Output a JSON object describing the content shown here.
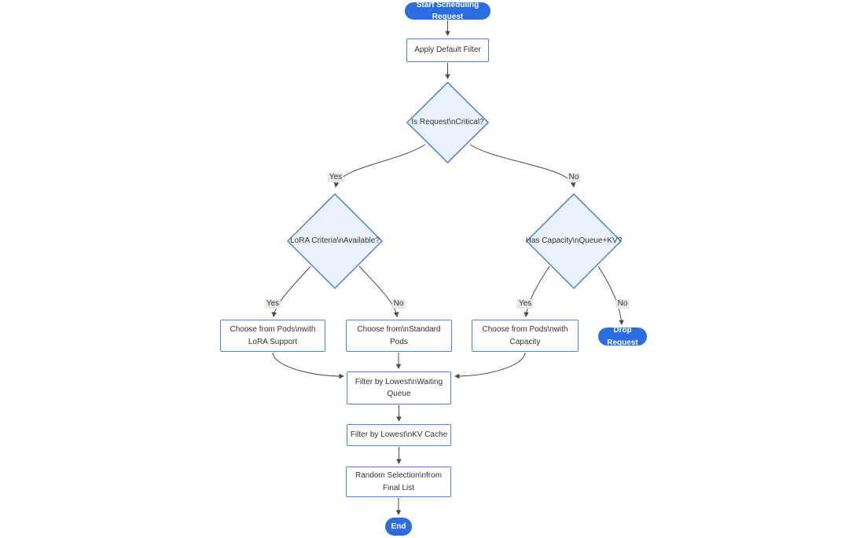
{
  "diagram": {
    "type": "flowchart",
    "direction": "top-down",
    "colors": {
      "background": "#ffffff",
      "terminal_fill": "#2b6de0",
      "terminal_text": "#ffffff",
      "process_fill": "#ffffff",
      "decision_fill": "#eaf2fd",
      "node_border": "#4f7fe6",
      "edge_stroke": "#4b4b4b",
      "edge_label_bg": "#e8e8e8",
      "text": "#333333"
    },
    "nodes": {
      "start": {
        "label": "Start Scheduling Request",
        "shape": "stadium"
      },
      "apply_filter": {
        "label": "Apply Default Filter",
        "shape": "rect"
      },
      "is_critical": {
        "label": "Is Request\\nCritical?",
        "shape": "diamond"
      },
      "lora_available": {
        "label": "LoRA Criteria\\nAvailable?",
        "shape": "diamond"
      },
      "has_capacity": {
        "label": "Has Capacity\\nQueue+KV?",
        "shape": "diamond"
      },
      "choose_lora": {
        "label": "Choose from Pods\\nwith LoRA Support",
        "shape": "rect"
      },
      "choose_standard": {
        "label": "Choose from\\nStandard Pods",
        "shape": "rect"
      },
      "choose_capacity": {
        "label": "Choose from Pods\\nwith Capacity",
        "shape": "rect"
      },
      "drop_request": {
        "label": "Drop Request",
        "shape": "stadium"
      },
      "filter_queue": {
        "label": "Filter by Lowest\\nWaiting Queue",
        "shape": "rect"
      },
      "filter_kv": {
        "label": "Filter by Lowest\\nKV Cache",
        "shape": "rect"
      },
      "random_selection": {
        "label": "Random Selection\\nfrom Final List",
        "shape": "rect"
      },
      "end": {
        "label": "End",
        "shape": "stadium"
      }
    },
    "edges": [
      {
        "from": "start",
        "to": "apply_filter",
        "label": ""
      },
      {
        "from": "apply_filter",
        "to": "is_critical",
        "label": ""
      },
      {
        "from": "is_critical",
        "to": "lora_available",
        "label": "Yes"
      },
      {
        "from": "is_critical",
        "to": "has_capacity",
        "label": "No"
      },
      {
        "from": "lora_available",
        "to": "choose_lora",
        "label": "Yes"
      },
      {
        "from": "lora_available",
        "to": "choose_standard",
        "label": "No"
      },
      {
        "from": "has_capacity",
        "to": "choose_capacity",
        "label": "Yes"
      },
      {
        "from": "has_capacity",
        "to": "drop_request",
        "label": "No"
      },
      {
        "from": "choose_lora",
        "to": "filter_queue",
        "label": ""
      },
      {
        "from": "choose_standard",
        "to": "filter_queue",
        "label": ""
      },
      {
        "from": "choose_capacity",
        "to": "filter_queue",
        "label": ""
      },
      {
        "from": "filter_queue",
        "to": "filter_kv",
        "label": ""
      },
      {
        "from": "filter_kv",
        "to": "random_selection",
        "label": ""
      },
      {
        "from": "random_selection",
        "to": "end",
        "label": ""
      }
    ]
  }
}
